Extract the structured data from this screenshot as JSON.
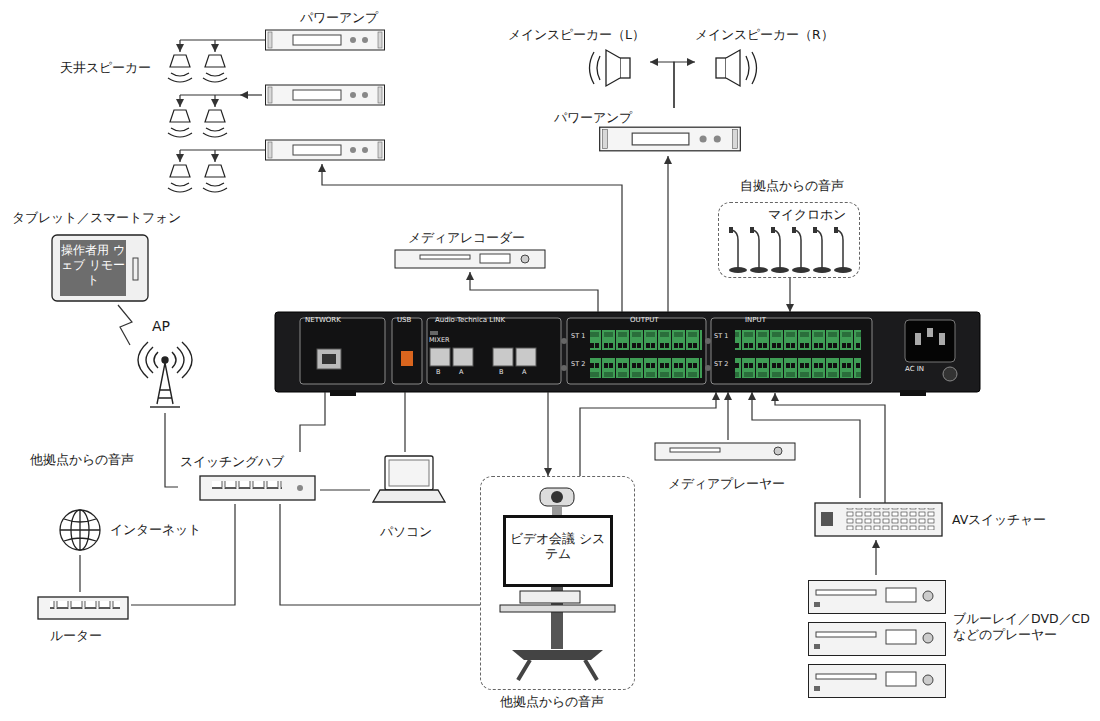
{
  "diagram": {
    "nodes": [
      {
        "text": [
          "パワーアンプ"
        ]
      },
      {
        "text": [
          "天井スピーカー"
        ]
      },
      {
        "text": [
          "メインスピーカー（L）"
        ]
      },
      {
        "text": [
          "メインスピーカー（R）"
        ]
      },
      {
        "text": [
          "パワーアンプ"
        ]
      },
      {
        "text": [
          "タブレット／スマートフォン",
          "操作者用 ウェブ リモート"
        ]
      },
      {
        "text": [
          "メディアレコーダー"
        ]
      },
      {
        "text": [
          "自拠点からの音声",
          "マイクロホン"
        ]
      },
      {
        "text": [
          "AP"
        ]
      },
      {
        "text": [
          "NETWORK",
          "USB",
          "Audio-Technica LINK",
          "OUTPUT",
          "INPUT",
          "AC IN"
        ]
      },
      {
        "text": [
          "パソコン"
        ]
      },
      {
        "text": [
          "スイッチングハブ"
        ]
      },
      {
        "text": [
          "他拠点からの音声",
          "インターネット"
        ]
      },
      {
        "text": [
          "ルーター"
        ]
      },
      {
        "text": [
          "他拠点からの音声"
        ]
      },
      {
        "text": [
          "ビデオ会議 システム"
        ],
        "in": 14
      },
      {
        "text": [
          "メディアプレーヤー"
        ]
      },
      {
        "text": [
          "AVスイッチャー"
        ]
      },
      {
        "text": [
          "ブルーレイ／DVD／CDなどのプレーヤー"
        ]
      }
    ],
    "edges": [
      {
        "from": 9,
        "to": 0,
        "arrow": "to"
      },
      {
        "from": 0,
        "to": 1,
        "arrow": "to"
      },
      {
        "from": 4,
        "to": 2,
        "arrow": "to"
      },
      {
        "from": 4,
        "to": 3,
        "arrow": "to"
      },
      {
        "from": 9,
        "to": 4,
        "arrow": "to"
      },
      {
        "from": 9,
        "to": 6,
        "arrow": "to"
      },
      {
        "from": 7,
        "to": 9,
        "arrow": "to"
      },
      {
        "from": 5,
        "to": 8,
        "arrow": "none"
      },
      {
        "from": 8,
        "to": 11,
        "arrow": "none"
      },
      {
        "from": 11,
        "to": 9,
        "arrow": "none"
      },
      {
        "from": 10,
        "to": 9,
        "arrow": "none"
      },
      {
        "from": 10,
        "to": 11,
        "arrow": "none"
      },
      {
        "from": 12,
        "to": 13,
        "arrow": "none"
      },
      {
        "from": 13,
        "to": 11,
        "arrow": "none"
      },
      {
        "from": 11,
        "to": 14,
        "arrow": "none"
      },
      {
        "from": 9,
        "to": 14,
        "arrow": "to"
      },
      {
        "from": 14,
        "to": 9,
        "arrow": "to"
      },
      {
        "from": 16,
        "to": 9,
        "arrow": "to"
      },
      {
        "from": 18,
        "to": 17,
        "arrow": "to"
      },
      {
        "from": 17,
        "to": 9,
        "arrow": "to"
      }
    ],
    "labels": [
      "MIXER",
      "B",
      "A",
      "B",
      "A",
      "ST 1",
      "ST 2",
      "ST 1",
      "ST 2"
    ]
  }
}
